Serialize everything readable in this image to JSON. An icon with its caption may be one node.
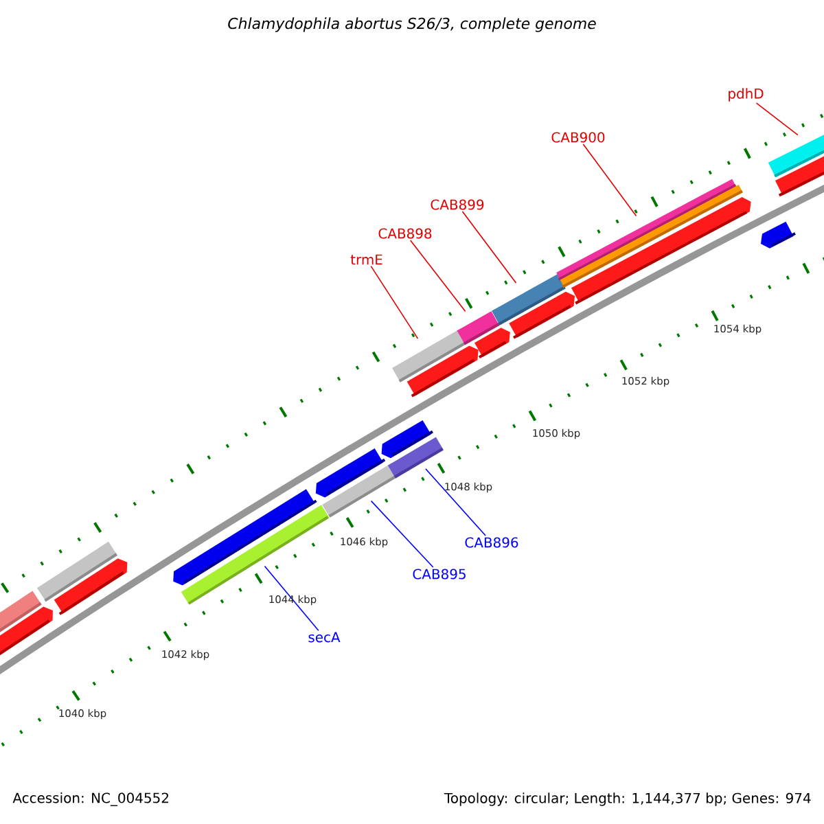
{
  "diagram": {
    "title": "Chlamydophila abortus S26/3, complete genome",
    "nodes": [
      {
        "text": [
          "pdhD"
        ]
      },
      {
        "text": [
          "CAB900"
        ]
      },
      {
        "text": [
          "CAB899"
        ]
      },
      {
        "text": [
          "CAB898"
        ]
      },
      {
        "text": [
          "trmE"
        ]
      },
      {
        "text": [
          "secA"
        ]
      },
      {
        "text": [
          "CAB895"
        ]
      },
      {
        "text": [
          "CAB896"
        ]
      },
      {
        "text": [],
        "shape": "arrow"
      },
      {
        "text": [],
        "shape": "bar"
      },
      {
        "text": [],
        "shape": "bar"
      },
      {
        "text": [],
        "shape": "arrow"
      },
      {
        "text": [],
        "shape": "arrow"
      },
      {
        "text": [],
        "shape": "bar"
      },
      {
        "text": [],
        "shape": "arrow"
      },
      {
        "text": [],
        "shape": "bar"
      },
      {
        "text": [],
        "shape": "arrow"
      },
      {
        "text": [],
        "shape": "bar"
      },
      {
        "text": [],
        "shape": "bar"
      },
      {
        "text": [],
        "shape": "arrow"
      },
      {
        "text": [],
        "shape": "bar"
      },
      {
        "text": [],
        "shape": "arrow"
      },
      {
        "text": [],
        "shape": "bar"
      },
      {
        "text": [],
        "shape": "arrow"
      },
      {
        "text": [],
        "shape": "bar"
      },
      {
        "text": [],
        "shape": "bar"
      },
      {
        "text": [],
        "shape": "arrow"
      },
      {
        "text": [],
        "shape": "arrow"
      },
      {
        "text": [],
        "shape": "bar"
      },
      {
        "text": [],
        "shape": "arrow"
      }
    ],
    "edges": [
      {
        "from": 0,
        "to": 28,
        "arrow": "none"
      },
      {
        "from": 1,
        "to": 24,
        "arrow": "none"
      },
      {
        "from": 2,
        "to": 22,
        "arrow": "none"
      },
      {
        "from": 3,
        "to": 20,
        "arrow": "none"
      },
      {
        "from": 4,
        "to": 18,
        "arrow": "none"
      },
      {
        "from": 5,
        "to": 13,
        "arrow": "none",
        "color": "#0000ff"
      },
      {
        "from": 6,
        "to": 15,
        "arrow": "none",
        "color": "#0000ff"
      },
      {
        "from": 7,
        "to": 17,
        "arrow": "none",
        "color": "#0000ff"
      }
    ],
    "labels": [
      "1054 kbp",
      "1052 kbp",
      "1050 kbp",
      "1048 kbp",
      "1046 kbp",
      "1044 kbp",
      "1042 kbp",
      "1040 kbp",
      "Accession: NC_004552",
      "Topology: circular; Length: 1,144,377 bp; Genes: 974"
    ]
  }
}
